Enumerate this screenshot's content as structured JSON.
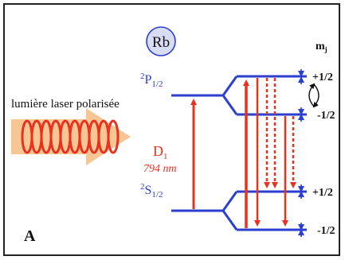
{
  "atom": {
    "symbol": "Rb"
  },
  "beam": {
    "label": "lumière laser polarisée"
  },
  "transition": {
    "name_main": "D",
    "name_sub": "1",
    "wavelength": "794 nm"
  },
  "levels": {
    "upper": {
      "main": "2",
      "letter": "P",
      "sub": "1/2"
    },
    "lower": {
      "main": "2",
      "letter": "S",
      "sub": "1/2"
    }
  },
  "sublevel_header": {
    "main": "m",
    "sub": "j"
  },
  "sublevels": {
    "upper_plus": "+1/2",
    "upper_minus": "-1/2",
    "lower_plus": "+1/2",
    "lower_minus": "-1/2"
  },
  "panel_label": "A",
  "colors": {
    "level_line": "#2a3fcf",
    "transition": "#e8321e",
    "beam_arrow": "#f6c08a",
    "coil": "#e8321e",
    "atom_circle_fill": "#d8dcf4",
    "text": "#111111"
  }
}
